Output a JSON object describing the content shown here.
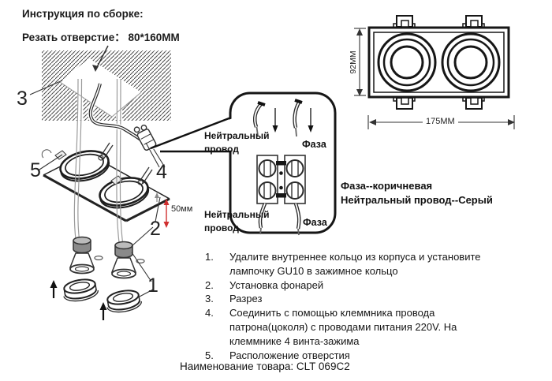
{
  "header": {
    "title": "Инструкция по сборке:",
    "cut_hole": "Резать отверстие： 80*160MM"
  },
  "exploded_view": {
    "callout_1": "1",
    "callout_2": "2",
    "callout_3": "3",
    "callout_4": "4",
    "callout_5": "5",
    "depth_dimension": "50мм"
  },
  "wiring_callout": {
    "top_left_label": "Нейтральный\nпровод",
    "top_right_label": "Фаза",
    "bottom_left_label": "Нейтральный\nпровод",
    "bottom_right_label": "Фаза"
  },
  "wire_colors_note": "Фаза--коричневая\nНейтральный провод--Серый",
  "top_view": {
    "height_dimension": "92MM",
    "width_dimension": "175MM"
  },
  "instructions": {
    "items": [
      {
        "num": "1.",
        "text": "Удалите внутреннее кольцо из корпуса и установите лампочку GU10 в зажимное кольцо"
      },
      {
        "num": "2.",
        "text": "Установка фонарей"
      },
      {
        "num": "3.",
        "text": "Разрез"
      },
      {
        "num": "4.",
        "text": "Соединить с помощью клеммника провода патрона(цоколя) с проводами питания 220V. На клеммнике 4 винта-зажима"
      },
      {
        "num": "5.",
        "text": "Расположение отверстия"
      }
    ]
  },
  "footer": {
    "product_name": "Наименование товара: CLT 069C2"
  },
  "colors": {
    "accent_red": "#d02f2f",
    "ink": "#1b1b1b"
  }
}
